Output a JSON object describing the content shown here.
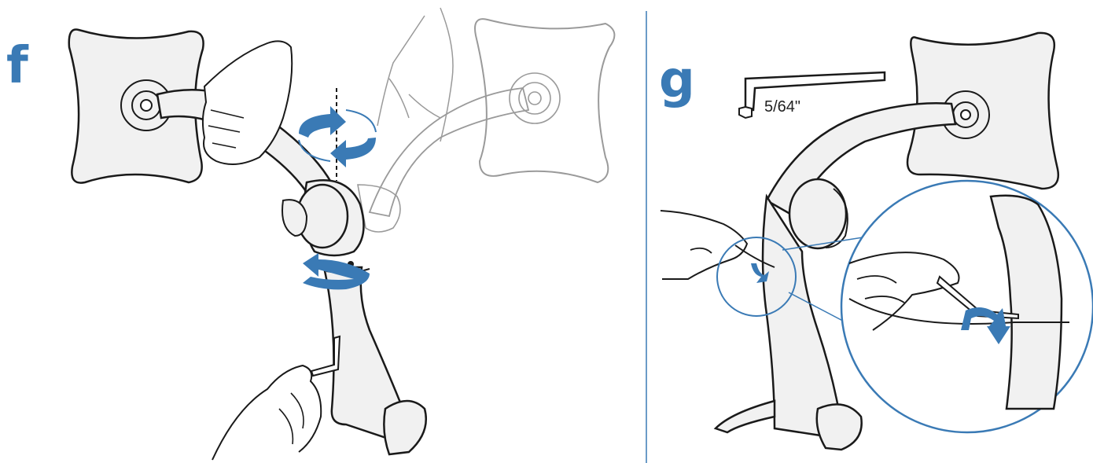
{
  "steps": {
    "f": {
      "letter": "f"
    },
    "g": {
      "letter": "g",
      "tool_size": "5/64\""
    }
  },
  "colors": {
    "accent": "#3a7ab5",
    "divider": "#3a7ab5",
    "part_fill": "#f1f1f1",
    "ghost_stroke": "#9a9a9a",
    "outline": "#1a1a1a"
  },
  "icons": [
    "rotate-arrow-icon",
    "swivel-arrow-icon",
    "hex-key-icon",
    "tighten-arrow-icon",
    "zoom-detail-icon"
  ]
}
